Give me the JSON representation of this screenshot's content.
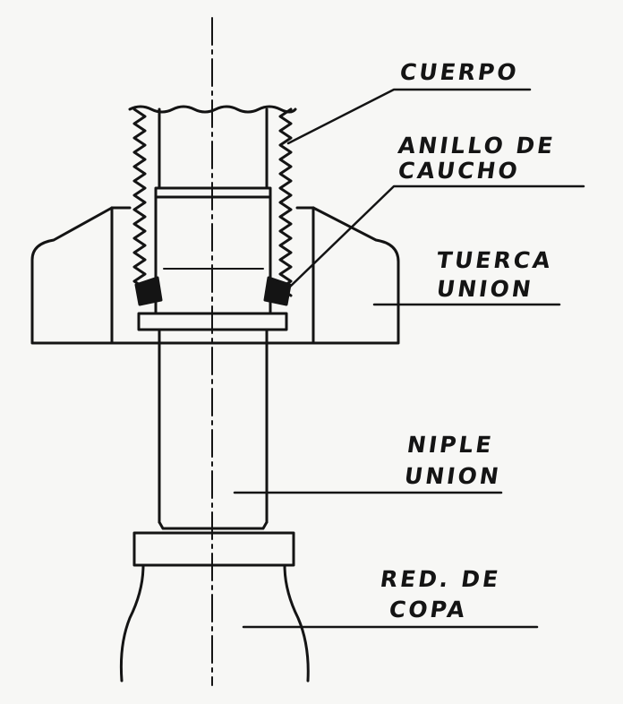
{
  "labels": {
    "cuerpo": "CUERPO",
    "anillo_line1": "ANILLO DE",
    "anillo_line2": "CAUCHO",
    "tuerca_line1": "TUERCA",
    "tuerca_line2": "UNION",
    "niple_line1": "NIPLE",
    "niple_line2": "UNION",
    "red_line1": "RED. DE",
    "red_line2": "COPA"
  },
  "colors": {
    "ink": "#141414",
    "paper": "#f7f7f5"
  }
}
